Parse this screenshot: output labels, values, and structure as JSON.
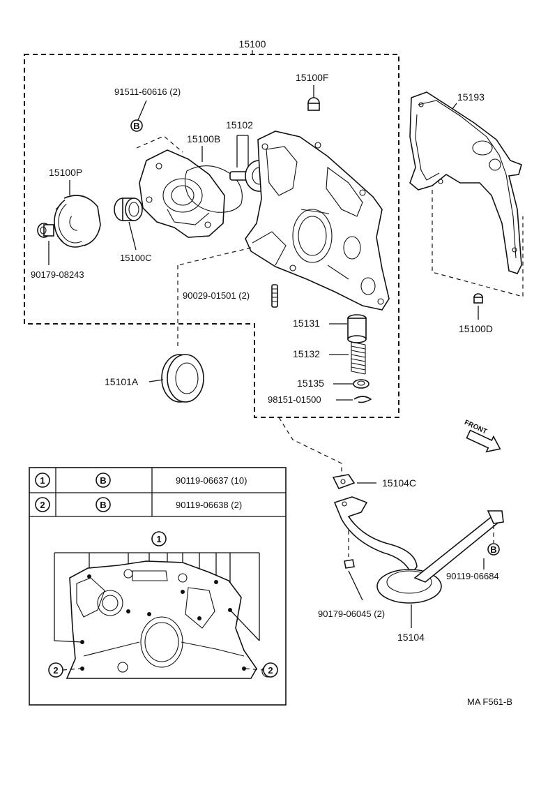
{
  "parts": {
    "oil_pump_assy": "15100",
    "bolt_91511": "91511-60616 (2)",
    "plug_15100F": "15100F",
    "drive_rotor_15102": "15102",
    "driven_rotor_15100B": "15100B",
    "gear_15100P": "15100P",
    "o_ring_15100C": "15100C",
    "bolt_90179_08243": "90179-08243",
    "pin_90029": "90029-01501 (2)",
    "valve_15131": "15131",
    "spring_15132": "15132",
    "retainer_15135": "15135",
    "snap_ring_98151": "98151-01500",
    "oil_seal_15101A": "15101A",
    "gasket_15193": "15193",
    "dowel_15100D": "15100D",
    "gasket_15104C": "15104C",
    "bolt_90119_06684": "90119-06684",
    "nut_90179_06045": "90179-06045 (2)",
    "strainer_15104": "15104"
  },
  "markers": {
    "b_marker": "B",
    "ref_1": "1",
    "ref_2": "2"
  },
  "front_label": "FRONT",
  "table": {
    "rows": [
      {
        "ref": "1",
        "marker": "B",
        "part": "90119-06637 (10)"
      },
      {
        "ref": "2",
        "marker": "B",
        "part": "90119-06638 (2)"
      }
    ]
  },
  "figure_code": "MA F561-B"
}
